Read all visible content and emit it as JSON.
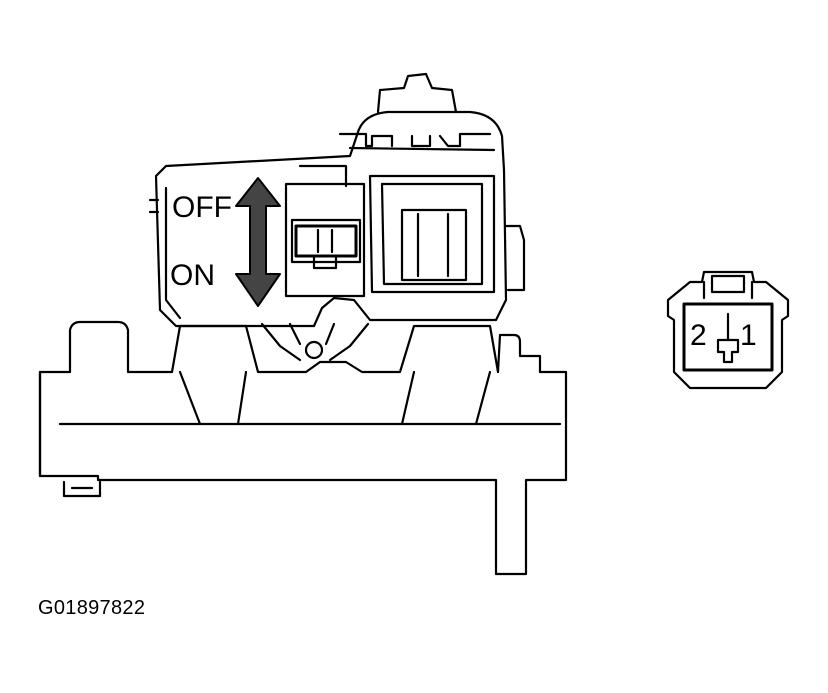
{
  "labels": {
    "off": "OFF",
    "on": "ON",
    "pin_2": "2",
    "pin_1": "1"
  },
  "caption": "G01897822",
  "colors": {
    "line": "#000000",
    "background": "#ffffff",
    "arrow": "#444444"
  }
}
